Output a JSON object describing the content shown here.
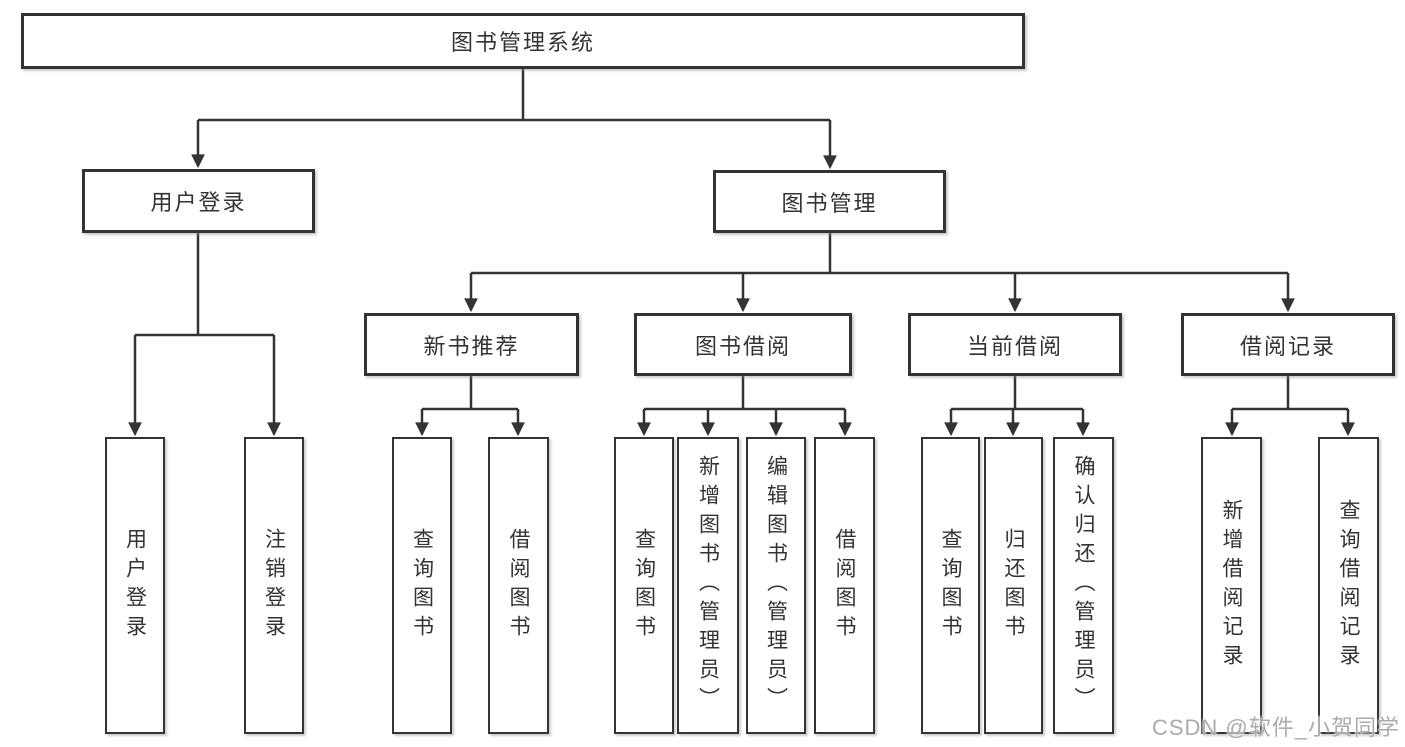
{
  "colors": {
    "line": "#333333",
    "box_border": "#333333",
    "box_background": "#ffffff",
    "text": "#333333",
    "watermark_text_color": "#ababab"
  },
  "diagram": {
    "root": {
      "label": "图书管理系统"
    },
    "branches": [
      {
        "label": "用户登录",
        "children": [
          {
            "label": "用户登录"
          },
          {
            "label": "注销登录"
          }
        ]
      },
      {
        "label": "图书管理",
        "children": [
          {
            "label": "新书推荐",
            "children": [
              {
                "label": "查询图书"
              },
              {
                "label": "借阅图书"
              }
            ]
          },
          {
            "label": "图书借阅",
            "children": [
              {
                "label": "查询图书"
              },
              {
                "label": "新增图书（管理员）"
              },
              {
                "label": "编辑图书（管理员）"
              },
              {
                "label": "借阅图书"
              }
            ]
          },
          {
            "label": "当前借阅",
            "children": [
              {
                "label": "查询图书"
              },
              {
                "label": "归还图书"
              },
              {
                "label": "确认归还（管理员）"
              }
            ]
          },
          {
            "label": "借阅记录",
            "children": [
              {
                "label": "新增借阅记录"
              },
              {
                "label": "查询借阅记录"
              }
            ]
          }
        ]
      }
    ]
  },
  "watermark": {
    "text": "CSDN @软件_小贺同学"
  }
}
